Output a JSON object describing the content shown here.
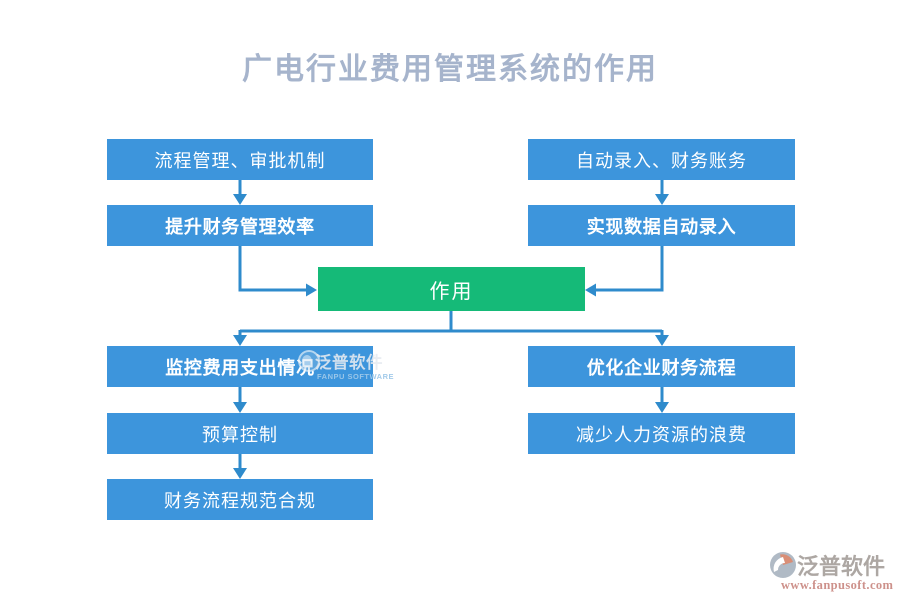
{
  "title": "广电行业费用管理系统的作用",
  "center_node": {
    "label": "作用",
    "color": "#15ba78"
  },
  "left_column": [
    {
      "label": "流程管理、审批机制",
      "bold": false
    },
    {
      "label": "提升财务管理效率",
      "bold": true
    },
    {
      "label": "监控费用支出情况",
      "bold": true
    },
    {
      "label": "预算控制",
      "bold": false
    },
    {
      "label": "财务流程规范合规",
      "bold": false
    }
  ],
  "right_column": [
    {
      "label": "自动录入、财务账务",
      "bold": false
    },
    {
      "label": "实现数据自动录入",
      "bold": true
    },
    {
      "label": "优化企业财务流程",
      "bold": true
    },
    {
      "label": "减少人力资源的浪费",
      "bold": false
    }
  ],
  "colors": {
    "box_blue": "#3d95dc",
    "green": "#15ba78",
    "arrow": "#2f8bcc",
    "title": "#a6b4cc"
  },
  "watermark": {
    "brand": "泛普软件",
    "caption": "FANPU SOFTWARE"
  },
  "footer_logo": {
    "brand": "泛普软件",
    "url": "www.fanpusoft.com"
  }
}
